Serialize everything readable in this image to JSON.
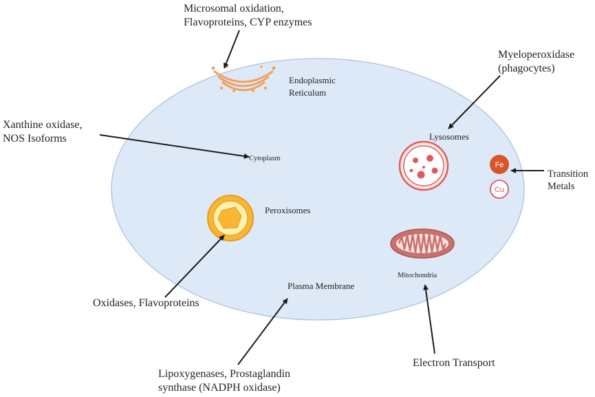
{
  "diagram": {
    "organelles": {
      "er": "Endoplasmic\nReticulum",
      "cytoplasm": "Cytoplasm",
      "lysosomes": "Lysosomes",
      "peroxisomes": "Peroxisomes",
      "mitochondria": "Mitochondria",
      "plasma_membrane": "Plasma Membrane"
    },
    "sources": {
      "microsomal": "Microsomal oxidation,\nFlavoproteins, CYP enzymes",
      "myeloperoxidase": "Myeloperoxidase\n(phagocytes)",
      "xanthine": "Xanthine oxidase,\nNOS Isoforms",
      "transition": "Transition\nMetals",
      "oxidases": "Oxidases, Flavoproteins",
      "lipoxygenases": "Lipoxygenases, Prostaglandin\nsynthase (NADPH oxidase)",
      "electron": "Electron Transport"
    },
    "metals": {
      "fe": "Fe",
      "cu": "Cu"
    },
    "colors": {
      "cell_fill": "#dde9f6",
      "cell_stroke": "#a9c2dd",
      "er": "#f0a060",
      "lysosome": "#e05a5a",
      "peroxisome_outer": "#f7b733",
      "peroxisome_inner": "#fff1b0",
      "mitochondria": "#c9716d",
      "fe": "#d9542b",
      "cu": "#d85a5a",
      "arrow": "#1a1a1a"
    }
  }
}
